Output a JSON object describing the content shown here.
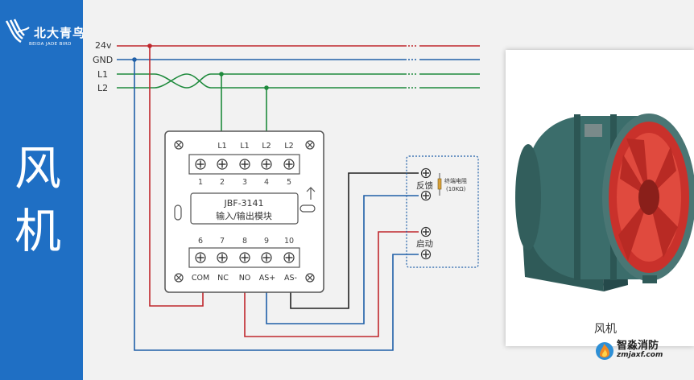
{
  "sidebar": {
    "logo_cn": "北大青鸟",
    "logo_en": "BEIDA JADE BIRD",
    "title_char_1": "风",
    "title_char_2": "机"
  },
  "bus": {
    "v24": "24v",
    "gnd": "GND",
    "l1": "L1",
    "l2": "L2"
  },
  "module": {
    "top_labels": [
      "L1",
      "L1",
      "L2",
      "L2"
    ],
    "top_numbers": [
      "1",
      "2",
      "3",
      "4",
      "5"
    ],
    "name": "JBF-3141",
    "subtitle": "输入/输出模块",
    "bottom_numbers": [
      "6",
      "7",
      "8",
      "9",
      "10"
    ],
    "bottom_labels": [
      "COM",
      "NC",
      "NO",
      "AS+",
      "AS-"
    ]
  },
  "fan_box": {
    "feedback_label": "反馈",
    "start_label": "启动",
    "resistor_label_1": "终端电阻",
    "resistor_label_2": "(10KΩ)"
  },
  "photo": {
    "caption": "风机"
  },
  "watermark": {
    "title": "智淼消防",
    "url": "zmjaxf.com"
  },
  "colors": {
    "sidebar": "#1f6fc4",
    "wire_red": "#c0272d",
    "wire_blue": "#1f5fa8",
    "wire_green": "#1e8a3c",
    "wire_black": "#222222"
  }
}
